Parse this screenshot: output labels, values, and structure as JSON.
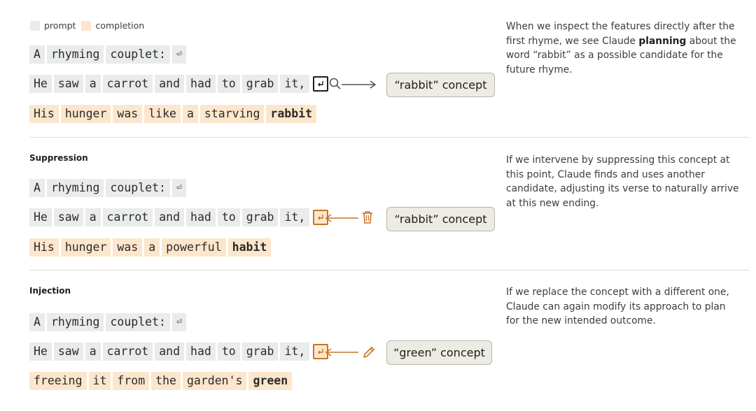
{
  "legend": {
    "prompt": "prompt",
    "completion": "completion"
  },
  "sections": [
    {
      "title": "",
      "line1": [
        "A",
        "rhyming",
        "couplet:"
      ],
      "line2": [
        "He",
        "saw",
        "a",
        "carrot",
        "and",
        "had",
        "to",
        "grab",
        "it,"
      ],
      "line3": [
        "His",
        "hunger",
        "was",
        "like",
        "a",
        "starving"
      ],
      "line3_bold": "rabbit",
      "concept": "“rabbit” concept",
      "action_icon": "magnifier-icon",
      "desc_before": "When we inspect the features directly after the first rhyme, we see Claude ",
      "desc_bold": "planning",
      "desc_after": " about the word “rabbit” as a possible candidate for the future rhyme."
    },
    {
      "title": "Suppression",
      "line1": [
        "A",
        "rhyming",
        "couplet:"
      ],
      "line2": [
        "He",
        "saw",
        "a",
        "carrot",
        "and",
        "had",
        "to",
        "grab",
        "it,"
      ],
      "line3": [
        "His",
        "hunger",
        "was",
        "a",
        "powerful"
      ],
      "line3_bold": "habit",
      "concept": "“rabbit” concept",
      "action_icon": "trash-icon",
      "desc": "If we intervene by suppressing this concept at this point, Claude finds and uses another candidate, adjusting its verse to naturally arrive at this new ending."
    },
    {
      "title": "Injection",
      "line1": [
        "A",
        "rhyming",
        "couplet:"
      ],
      "line2": [
        "He",
        "saw",
        "a",
        "carrot",
        "and",
        "had",
        "to",
        "grab",
        "it,"
      ],
      "line3": [
        "freeing",
        "it",
        "from",
        "the",
        "garden's"
      ],
      "line3_bold": "green",
      "concept": "“green” concept",
      "action_icon": "pencil-icon",
      "desc": "If we replace the concept with a different one, Claude can again modify its approach to plan for the new intended outcome."
    }
  ],
  "colors": {
    "prompt_bg": "#e9ecea",
    "completion_bg": "#fce6cc",
    "accent": "#c5762a",
    "concept_bg": "#ecebe4"
  }
}
